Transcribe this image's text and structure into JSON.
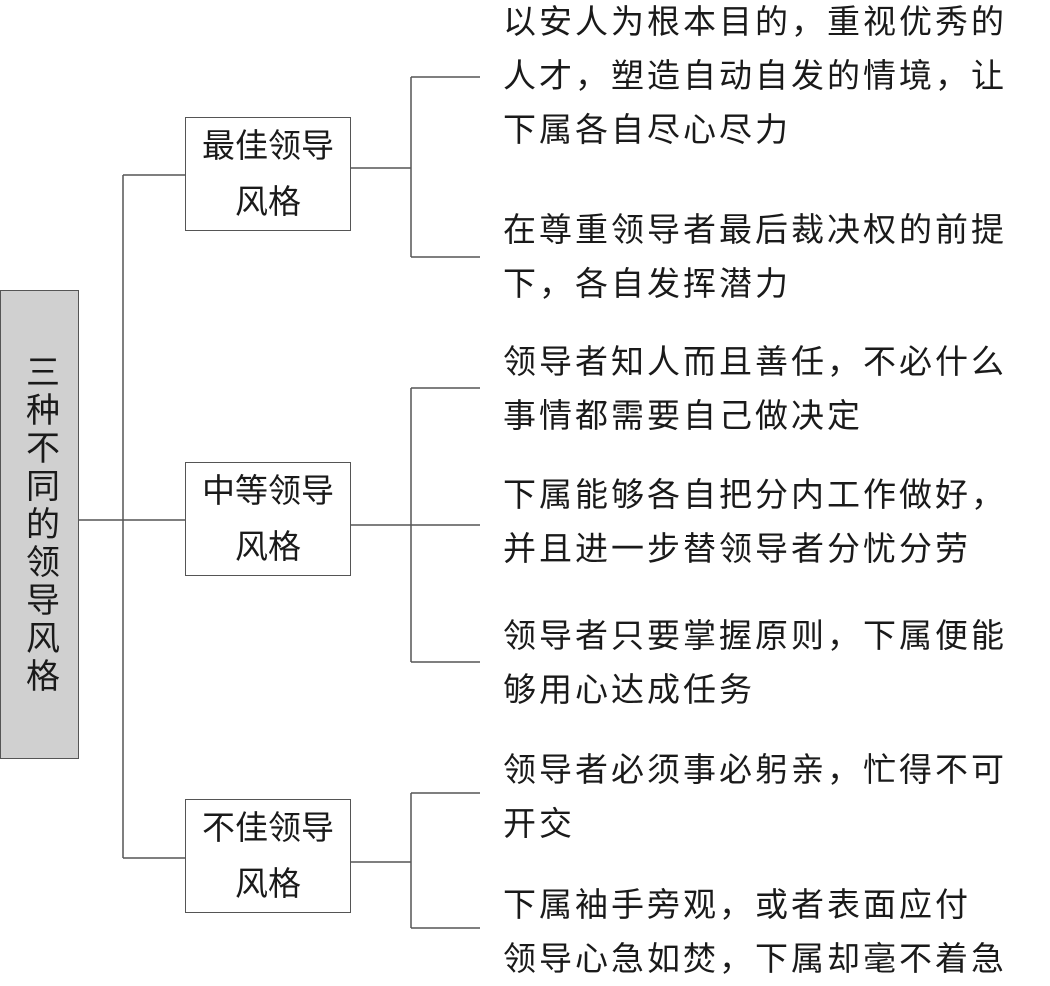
{
  "root": {
    "label": "三种不同的领导风格"
  },
  "branches": [
    {
      "line1": "最佳领导",
      "line2": "风格",
      "items": [
        [
          "以安人为根本目的，重视优秀的",
          "人才，塑造自动自发的情境，让",
          "下属各自尽心尽力"
        ],
        [
          "在尊重领导者最后裁决权的前提",
          "下，各自发挥潜力"
        ]
      ]
    },
    {
      "line1": "中等领导",
      "line2": "风格",
      "items": [
        [
          "领导者知人而且善任，不必什么",
          "事情都需要自己做决定"
        ],
        [
          "下属能够各自把分内工作做好，",
          "并且进一步替领导者分忧分劳"
        ],
        [
          "领导者只要掌握原则，下属便能",
          "够用心达成任务"
        ]
      ]
    },
    {
      "line1": "不佳领导",
      "line2": "风格",
      "items": [
        [
          "领导者必须事必躬亲，忙得不可",
          "开交"
        ],
        [
          "下属袖手旁观，或者表面应付",
          "领导心急如焚，下属却毫不着急"
        ]
      ]
    }
  ]
}
